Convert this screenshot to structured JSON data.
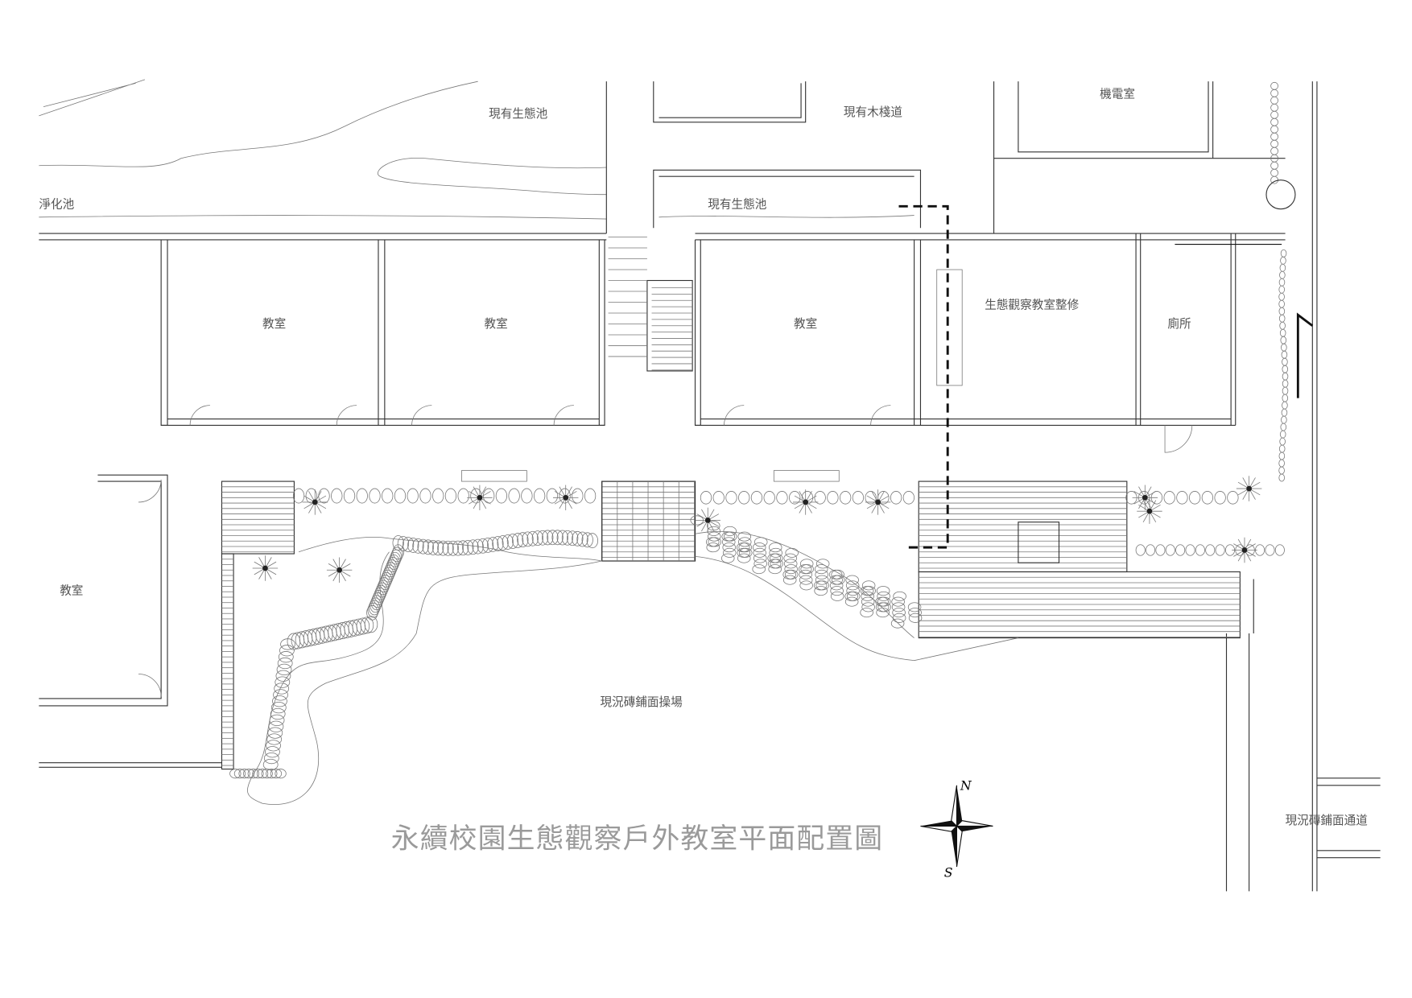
{
  "drawing": {
    "title": "永續校園生態觀察戶外教室平面配置圖",
    "labels": {
      "purification_pond": "淨化池",
      "existing_eco_pond_top": "現有生態池",
      "existing_boardwalk": "現有木棧道",
      "machine_room": "機電室",
      "existing_eco_pond_middle": "現有生態池",
      "classroom_1": "教室",
      "classroom_2": "教室",
      "classroom_3": "教室",
      "renovation_room": "生態觀察教室整修",
      "toilet": "廁所",
      "classroom_west": "教室",
      "brick_playground": "現況磚鋪面操場",
      "brick_walkway": "現況磚鋪面通道"
    },
    "compass": {
      "north": "N",
      "south": "S"
    }
  }
}
